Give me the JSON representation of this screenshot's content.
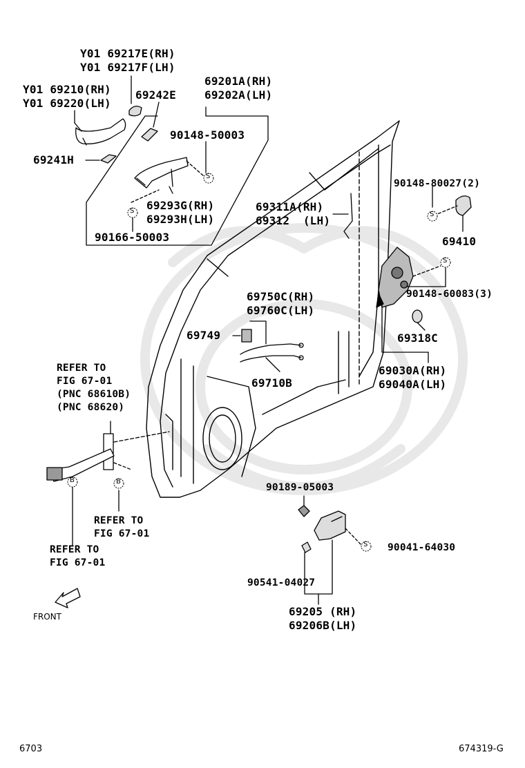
{
  "labels": {
    "handle_cover_rh": "Y01 69217E(RH)",
    "handle_cover_lh": "Y01 69217F(LH)",
    "handle_rh": "Y01 69210(RH)",
    "handle_lh": "Y01 69220(LH)",
    "pad_69242e": "69242E",
    "frame_rh": "69201A(RH)",
    "frame_lh": "69202A(LH)",
    "screw_90148_50003": "90148-50003",
    "pad_69241h": "69241H",
    "rod_rh": "69293G(RH)",
    "rod_lh": "69293H(LH)",
    "screw_90166_50003": "90166-50003",
    "rod_69311a": "69311A(RH)",
    "rod_69312": "69312  (LH)",
    "screw_90148_80027": "90148-80027(2)",
    "striker_69410": "69410",
    "screw_90148_60083": "90148-60083(3)",
    "cable_69750c": "69750C(RH)",
    "cable_69760c": "69760C(LH)",
    "clip_69749": "69749",
    "cable_69710b": "69710B",
    "cover_69318c": "69318C",
    "lock_rh": "69030A(RH)",
    "lock_lh": "69040A(LH)",
    "refer_a_1": "REFER TO",
    "refer_a_2": "FIG 67-01",
    "refer_a_3": "(PNC 68610B)",
    "refer_a_4": "(PNC 68620)",
    "clip_90189": "90189-05003",
    "screw_90041": "90041-64030",
    "refer_b_1": "REFER TO",
    "refer_b_2": "FIG 67-01",
    "refer_c_1": "REFER TO",
    "refer_c_2": "FIG 67-01",
    "pin_90541": "90541-04027",
    "inner_handle_rh": "69205 (RH)",
    "inner_handle_lh": "69206B(LH)"
  },
  "markers": {
    "screw_symbol": "S",
    "bolt_symbol": "B"
  },
  "front_label": "FRONT",
  "footer": {
    "page_number": "6703",
    "diagram_code": "674319-G"
  }
}
